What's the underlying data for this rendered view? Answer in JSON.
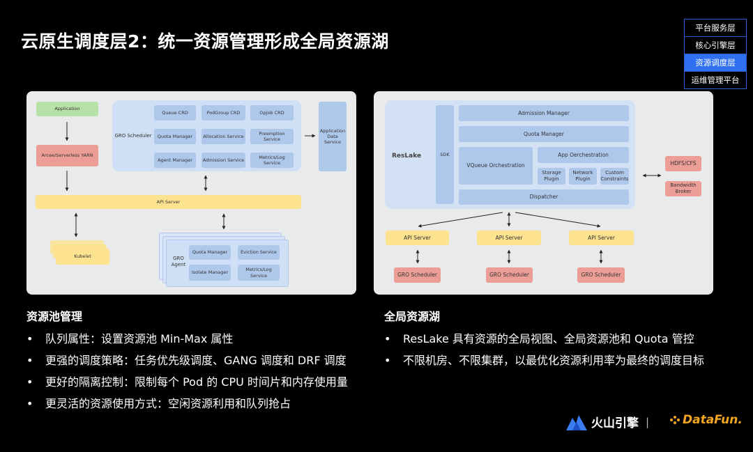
{
  "title": "云原生调度层2：统一资源管理形成全局资源湖",
  "nav": {
    "items": [
      "平台服务层",
      "核心引擎层",
      "资源调度层",
      "运维管理平台"
    ],
    "active_index": 2
  },
  "left_diagram": {
    "application": "Application",
    "arcee": "Arcee/Serverless YARN",
    "gro_scheduler": "GRO Scheduler",
    "queue_crd": "Queue CRD",
    "podgroup_crd": "PodGroup CRD",
    "opjob_crd": "OpJob CRD",
    "quota_manager": "Quota Manager",
    "allocation_service": "Allocation Service",
    "preemption_service": "Preemption\nService",
    "agent_manager": "Agent Manager",
    "admission_service": "Admission Service",
    "metrics_service": "Metrics/Log\nService",
    "app_data_service": "Application\nData\nService",
    "api_server": "API Server",
    "kubelet": "Kubelet",
    "gro_agent": "GRO\nAgent",
    "agent_quota_manager": "Quota Manager",
    "eviction_service": "Eviction Service",
    "isolate_manager": "Isolate Manager",
    "agent_metrics_service": "Metrics/Log\nService"
  },
  "right_diagram": {
    "reslake": "ResLake",
    "sdk": "SDK",
    "admission_manager": "Admission Manager",
    "quota_manager": "Quota Manager",
    "vqueue": "VQueue Orchestration",
    "app_orchestration": "App Oerchestration",
    "storage_plugin": "Storage\nPlugin",
    "network_plugin": "Network\nPlugin",
    "custom_constraints": "Custom\nConstraints",
    "dispatcher": "Dispatcher",
    "hdfs": "HDFS/CFS",
    "bandwidth_broker": "Bandwidth\nBroker",
    "api_server_1": "API Server",
    "api_server_2": "API Server",
    "api_server_3": "API Server",
    "gro_scheduler_1": "GRO Scheduler",
    "gro_scheduler_2": "GRO Scheduler",
    "gro_scheduler_3": "GRO Scheduler"
  },
  "left_section": {
    "heading": "资源池管理",
    "bullets": [
      "队列属性：设置资源池 Min-Max 属性",
      "更强的调度策略：任务优先级调度、GANG 调度和 DRF 调度",
      "更好的隔离控制：限制每个 Pod 的 CPU 时间片和内存使用量",
      "更灵活的资源使用方式：空闲资源利用和队列抢占"
    ]
  },
  "right_section": {
    "heading": "全局资源湖",
    "bullets": [
      "ResLake 具有资源的全局视图、全局资源池和 Quota 管控",
      "不限机房、不限集群，以最优化资源利用率为最终的调度目标"
    ]
  },
  "bullet_char": "•",
  "footer": {
    "logo1": "火山引擎",
    "separator": "|",
    "logo2": "DataFun."
  },
  "colors": {
    "nav_border": "#2f5fd6",
    "nav_active": "#2f6ff0",
    "box_blue": "#aec8ec",
    "box_green": "#b7e2a7",
    "box_red": "#ec9d96",
    "box_yellow": "#fde28f",
    "datafun_orange": "#f5a623"
  }
}
